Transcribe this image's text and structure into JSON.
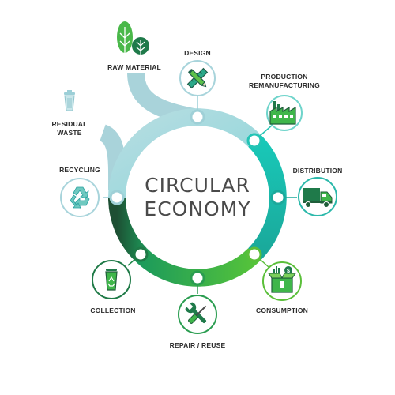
{
  "diagram": {
    "center": {
      "line1": "CIRCULAR",
      "line2": "ECONOMY"
    },
    "stages": {
      "raw_material": "RAW MATERIAL",
      "design": "DESIGN",
      "production_line1": "PRODUCTION",
      "production_line2": "REMANUFACTURING",
      "distribution": "DISTRIBUTION",
      "consumption": "CONSUMPTION",
      "repair_reuse": "REPAIR / REUSE",
      "collection": "COLLECTION",
      "recycling": "RECYCLING",
      "residual_line1": "RESIDUAL",
      "residual_line2": "WASTE"
    },
    "icons": {
      "raw_material": "trees-icon",
      "design": "pencil-ruler-icon",
      "production": "factory-icon",
      "distribution": "truck-icon",
      "consumption": "box-icon",
      "repair_reuse": "wrench-screwdriver-icon",
      "collection": "recycle-bin-icon",
      "recycling": "recycle-icon",
      "residual_waste": "trash-can-icon"
    },
    "colors": {
      "light_blue": "#a9d3da",
      "teal": "#1ec7b7",
      "green": "#3fb64a",
      "dark_green": "#1f5e3a"
    }
  }
}
